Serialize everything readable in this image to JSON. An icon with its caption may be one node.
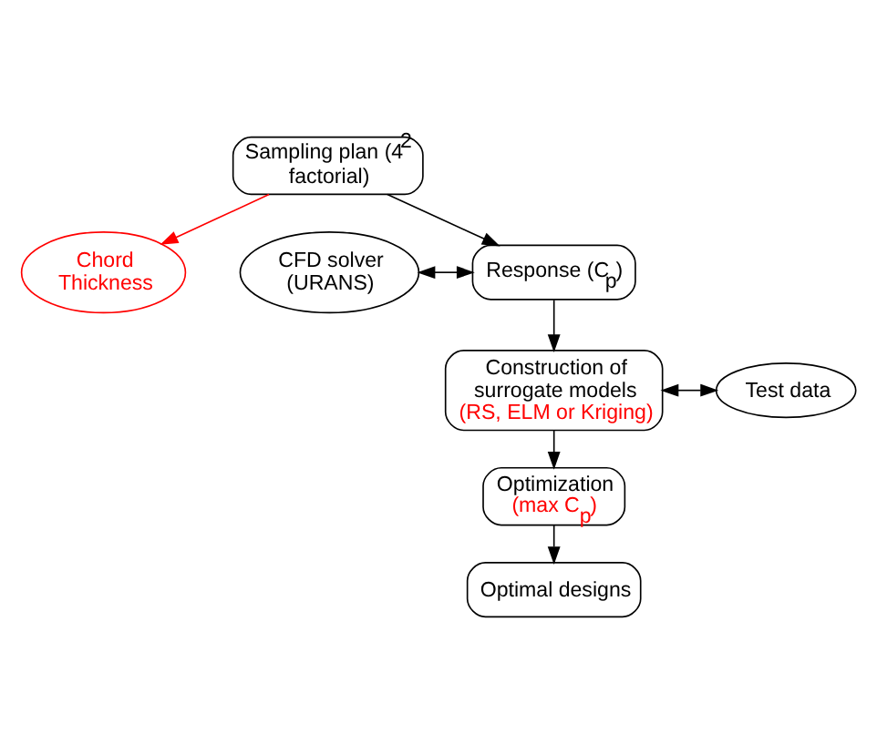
{
  "diagram": {
    "nodes": [
      {
        "text": [
          "Sampling plan (4$^{2}$ factorial)"
        ]
      },
      {
        "text": [
          "Chord Thickness"
        ]
      },
      {
        "text": [
          "CFD solver (URANS)"
        ]
      },
      {
        "text": [
          "Response (C$_{p}$)"
        ]
      },
      {
        "text": [
          "Construction of surrogate models",
          "(RS, ELM or Kriging)"
        ]
      },
      {
        "text": [
          "Test data"
        ]
      },
      {
        "text": [
          "Optimization",
          "(max C$_{p}$)"
        ]
      },
      {
        "text": [
          "Optimal designs"
        ]
      }
    ],
    "edges": [
      {
        "from": 0,
        "to": 1,
        "arrow": "to",
        "color": "#ff0000"
      },
      {
        "from": 0,
        "to": 3,
        "arrow": "to"
      },
      {
        "from": 2,
        "to": 3,
        "arrow": "both"
      },
      {
        "from": 3,
        "to": 4,
        "arrow": "to"
      },
      {
        "from": 4,
        "to": 5,
        "arrow": "both"
      },
      {
        "from": 4,
        "to": 6,
        "arrow": "to"
      },
      {
        "from": 6,
        "to": 7,
        "arrow": "to"
      }
    ]
  }
}
